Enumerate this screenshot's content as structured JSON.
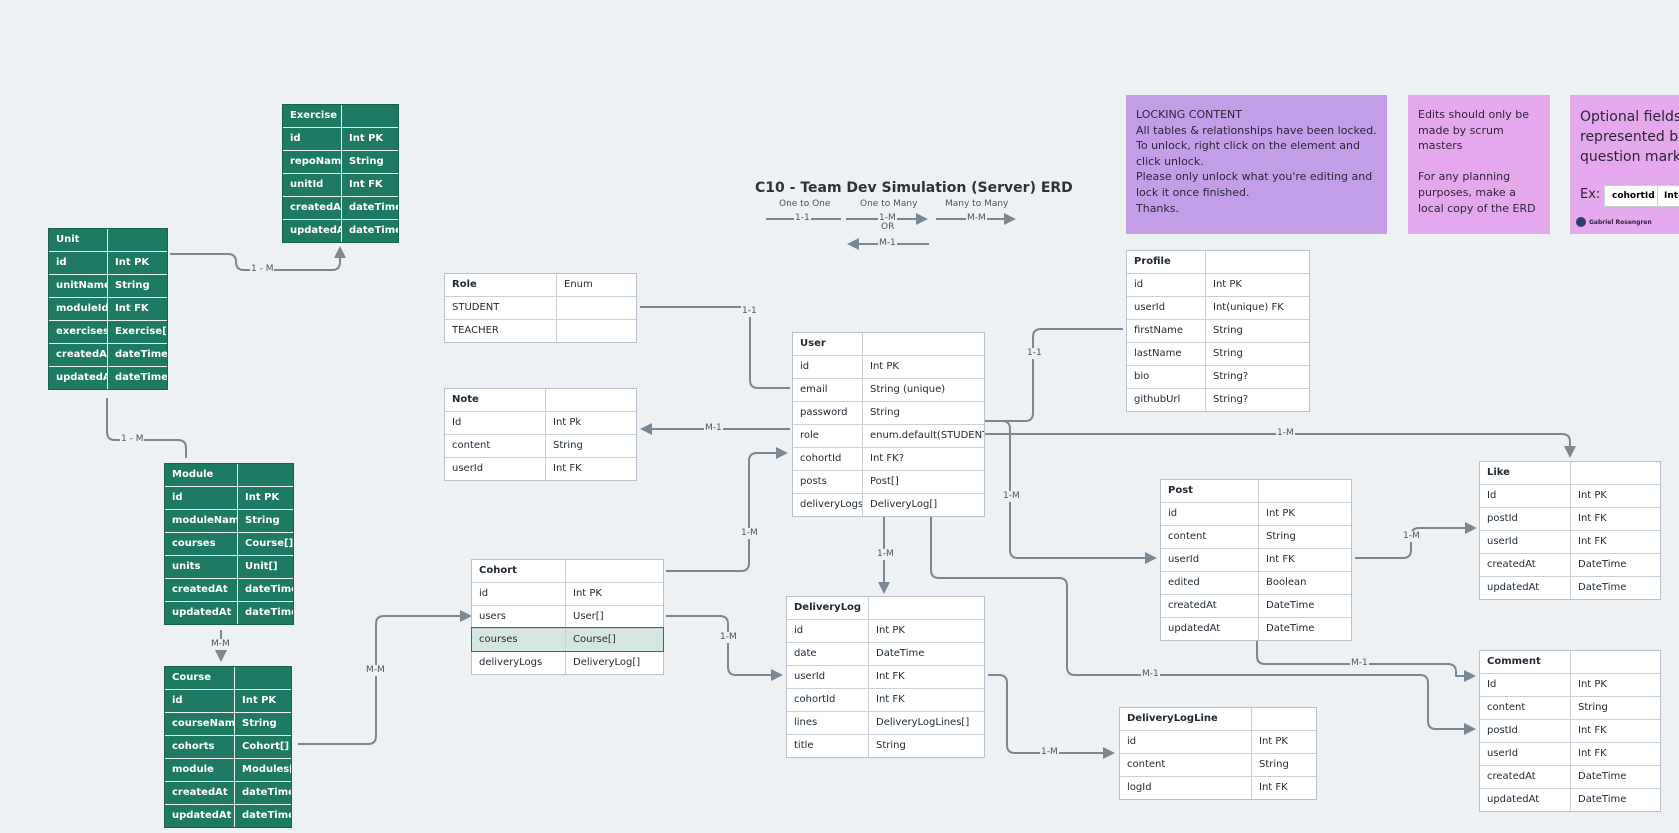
{
  "title": "C10 - Team Dev Simulation (Server) ERD",
  "legend": {
    "one_to_one": "One to One",
    "one_to_one_sym": "1-1",
    "one_to_many": "One to Many",
    "one_to_many_sym": "1-M",
    "or": "OR",
    "many_to_one_sym": "M-1",
    "many_to_many": "Many to Many",
    "many_to_many_sym": "M-M"
  },
  "notes": {
    "locking": [
      "LOCKING CONTENT",
      "All tables & relationships have been locked.",
      "To unlock, right click on the element and click unlock.",
      "Please only unlock what you're editing and lock it once finished.",
      "Thanks."
    ],
    "scrum": [
      "Edits should only be made by scrum masters",
      "",
      "For any planning purposes, make a local copy of the ERD"
    ],
    "optional": "Optional fields are represented by a question mark.",
    "optional_ex": "Ex:",
    "optional_ex_c1": "cohortId",
    "optional_ex_c2": "Int FK?",
    "author": "Gabriel Rosengren"
  },
  "tables": {
    "exercise": {
      "name": "Exercise",
      "rows": [
        [
          "id",
          "Int PK"
        ],
        [
          "repoName",
          "String"
        ],
        [
          "unitId",
          "Int FK"
        ],
        [
          "createdAt",
          "dateTime"
        ],
        [
          "updatedAt",
          "dateTime"
        ]
      ]
    },
    "unit": {
      "name": "Unit",
      "rows": [
        [
          "id",
          "Int PK"
        ],
        [
          "unitName",
          "String"
        ],
        [
          "moduleId",
          "Int FK"
        ],
        [
          "exercises",
          "Exercise[]"
        ],
        [
          "createdAt",
          "dateTime"
        ],
        [
          "updatedAt",
          "dateTime"
        ]
      ]
    },
    "module": {
      "name": "Module",
      "rows": [
        [
          "id",
          "Int PK"
        ],
        [
          "moduleName",
          "String"
        ],
        [
          "courses",
          "Course[]"
        ],
        [
          "units",
          "Unit[]"
        ],
        [
          "createdAt",
          "dateTime"
        ],
        [
          "updatedAt",
          "dateTime"
        ]
      ]
    },
    "course": {
      "name": "Course",
      "rows": [
        [
          "id",
          "Int PK"
        ],
        [
          "courseName",
          "String"
        ],
        [
          "cohorts",
          "Cohort[]"
        ],
        [
          "module",
          "Modules[]"
        ],
        [
          "createdAt",
          "dateTime"
        ],
        [
          "updatedAt",
          "dateTime"
        ]
      ]
    },
    "role": {
      "name": "Role",
      "type": "Enum",
      "rows": [
        [
          "STUDENT",
          ""
        ],
        [
          "TEACHER",
          ""
        ]
      ]
    },
    "note": {
      "name": "Note",
      "rows": [
        [
          "Id",
          "Int Pk"
        ],
        [
          "content",
          "String"
        ],
        [
          "userId",
          "Int FK"
        ]
      ]
    },
    "cohort": {
      "name": "Cohort",
      "rows": [
        [
          "id",
          "Int PK"
        ],
        [
          "users",
          "User[]"
        ],
        [
          "courses",
          "Course[]"
        ],
        [
          "deliveryLogs",
          "DeliveryLog[]"
        ]
      ]
    },
    "user": {
      "name": "User",
      "rows": [
        [
          "id",
          "Int PK"
        ],
        [
          "email",
          "String (unique)"
        ],
        [
          "password",
          "String"
        ],
        [
          "role",
          "enum.default(STUDENT)"
        ],
        [
          "cohortId",
          "Int FK?"
        ],
        [
          "posts",
          "Post[]"
        ],
        [
          "deliveryLogs",
          "DeliveryLog[]"
        ]
      ]
    },
    "deliverylog": {
      "name": "DeliveryLog",
      "rows": [
        [
          "id",
          "Int PK"
        ],
        [
          "date",
          "DateTime"
        ],
        [
          "userId",
          "Int FK"
        ],
        [
          "cohortId",
          "Int FK"
        ],
        [
          "lines",
          "DeliveryLogLines[]"
        ],
        [
          "title",
          "String"
        ]
      ]
    },
    "profile": {
      "name": "Profile",
      "rows": [
        [
          "id",
          "Int PK"
        ],
        [
          "userId",
          "Int(unique) FK"
        ],
        [
          "firstName",
          "String"
        ],
        [
          "lastName",
          "String"
        ],
        [
          "bio",
          "String?"
        ],
        [
          "githubUrl",
          "String?"
        ]
      ]
    },
    "post": {
      "name": "Post",
      "rows": [
        [
          "id",
          "Int PK"
        ],
        [
          "content",
          "String"
        ],
        [
          "userId",
          "Int FK"
        ],
        [
          "edited",
          "Boolean"
        ],
        [
          "createdAt",
          "DateTime"
        ],
        [
          "updatedAt",
          "DateTime"
        ]
      ]
    },
    "like": {
      "name": "Like",
      "rows": [
        [
          "Id",
          "Int PK"
        ],
        [
          "postId",
          "Int FK"
        ],
        [
          "userId",
          "Int FK"
        ],
        [
          "createdAt",
          "DateTime"
        ],
        [
          "updatedAt",
          "DateTime"
        ]
      ]
    },
    "comment": {
      "name": "Comment",
      "rows": [
        [
          "Id",
          "Int PK"
        ],
        [
          "content",
          "String"
        ],
        [
          "postId",
          "Int FK"
        ],
        [
          "userId",
          "Int FK"
        ],
        [
          "createdAt",
          "DateTime"
        ],
        [
          "updatedAt",
          "DateTime"
        ]
      ]
    },
    "deliveryloglines": {
      "name": "DeliveryLogLine",
      "rows": [
        [
          "id",
          "Int PK"
        ],
        [
          "content",
          "String"
        ],
        [
          "logId",
          "Int FK"
        ]
      ]
    }
  },
  "relations": {
    "unit_exercise": "1 - M",
    "unit_module": "1 - M",
    "module_course": "M-M",
    "course_cohort": "M-M",
    "role_user": "1-1",
    "note_user": "M-1",
    "cohort_user": "1-M",
    "cohort_deliverylog": "1-M",
    "user_deliverylog": "1-M",
    "user_profile": "1-1",
    "user_post": "1-M",
    "user_like": "1-M",
    "user_comment": "M-1",
    "post_like": "1-M",
    "post_comment": "M-1",
    "deliverylog_lines": "1-M"
  },
  "colors": {
    "background": "#eef1f4",
    "green_table": "#1f7a63",
    "line": "#7b8791",
    "note_purple": "#c39ee6",
    "note_pink": "#e3a9ec"
  }
}
